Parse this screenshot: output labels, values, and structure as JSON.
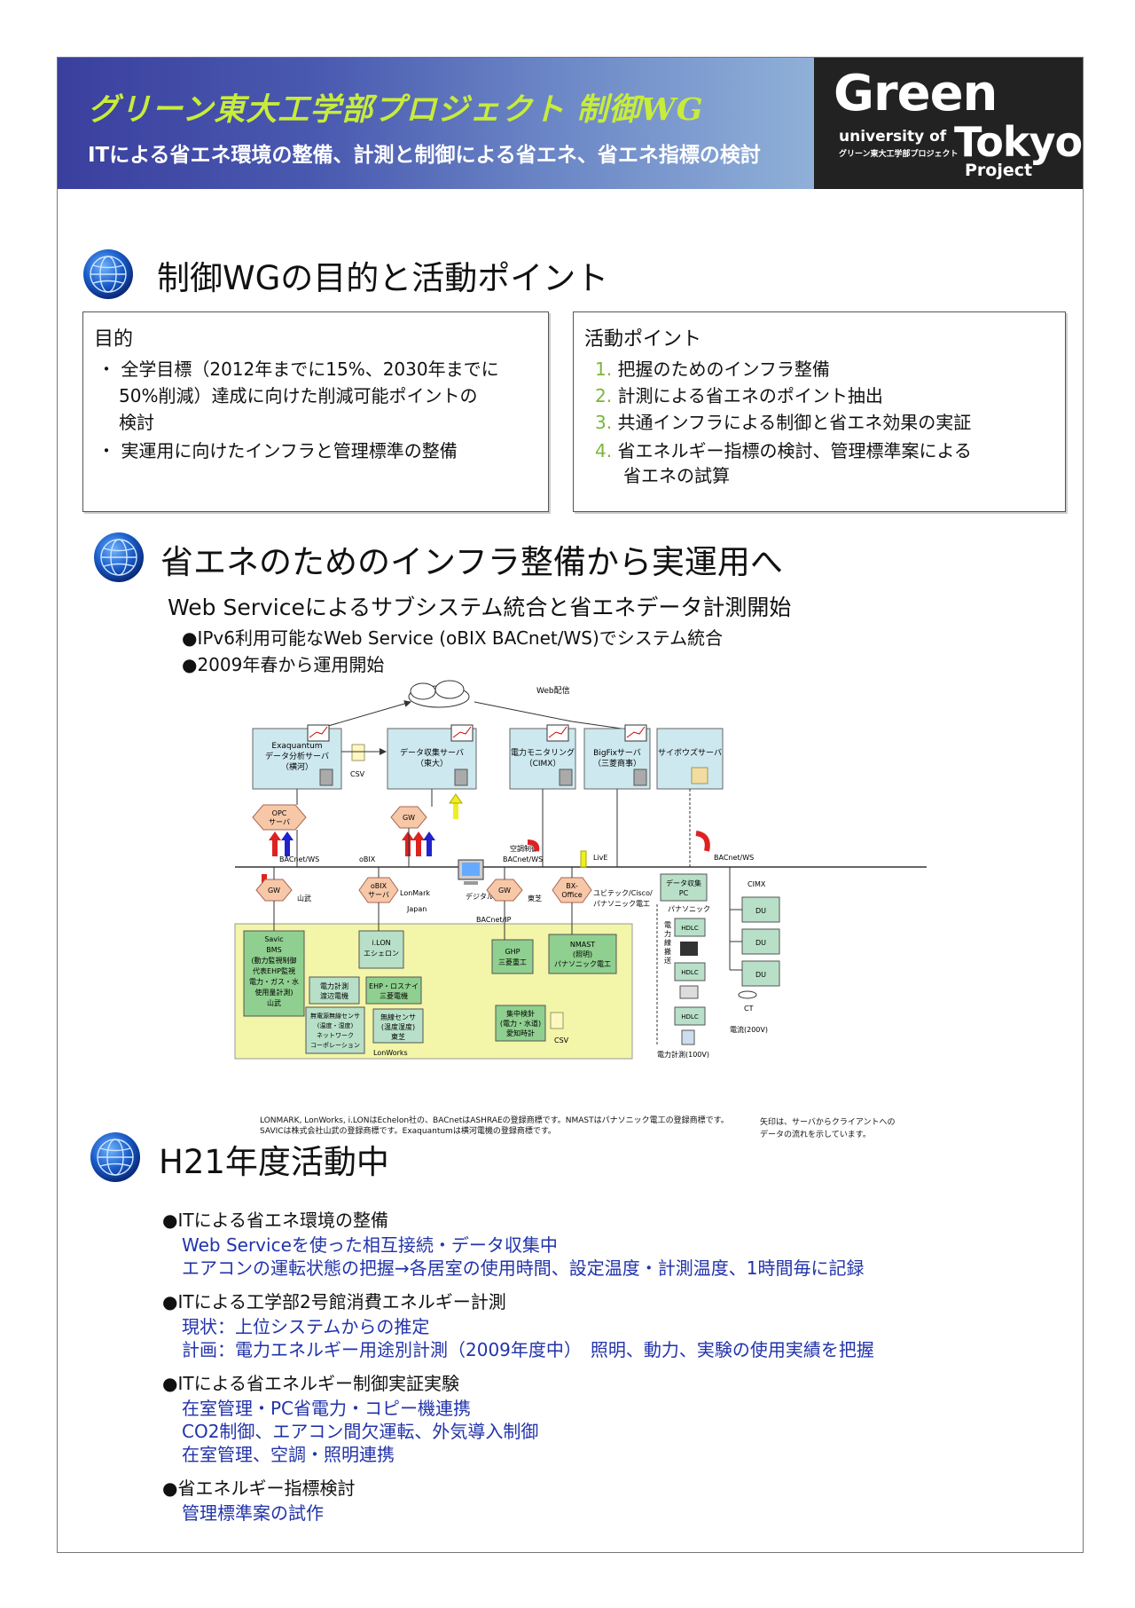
{
  "header": {
    "title": "グリーン東大工学部プロジェクト 制御WG",
    "subtitle": "ITによる省エネ環境の整備、計測と制御による省エネ、省エネ指標の検討",
    "logo": {
      "green": "Green",
      "university_of": "university of",
      "tokyo": "Tokyo",
      "project": "Project",
      "jp": "グリーン東大工学部プロジェクト"
    }
  },
  "section1": {
    "heading": "制御WGの目的と活動ポイント",
    "purpose": {
      "title": "目的",
      "lines": [
        "・ 全学目標（2012年までに15%、2030年までに",
        "50%削減）達成に向けた削減可能ポイントの",
        "検討",
        "・ 実運用に向けたインフラと管理標準の整備"
      ]
    },
    "activity": {
      "title": "活動ポイント",
      "items": [
        {
          "num": "1.",
          "text": "把握のためのインフラ整備"
        },
        {
          "num": "2.",
          "text": "計測による省エネのポイント抽出"
        },
        {
          "num": "3.",
          "text": "共通インフラによる制御と省エネ効果の実証"
        },
        {
          "num": "4.",
          "text": "省エネルギー指標の検討、管理標準案による"
        }
      ],
      "item4_cont": "省エネの試算"
    }
  },
  "section2": {
    "heading": "省エネのためのインフラ整備から実運用へ",
    "subtitle": "Web Serviceによるサブシステム統合と省エネデータ計測開始",
    "bullets": [
      "●IPv6利用可能なWeb Service (oBIX BACnet/WS)でシステム統合",
      "●2009年春から運用開始"
    ],
    "diagram": {
      "web": "Web配信",
      "server1": [
        "Exaquantum",
        "データ分析サーバ",
        "（横河）"
      ],
      "server2": [
        "データ収集サーバ",
        "（東大）"
      ],
      "server3": [
        "電力モニタリング",
        "（CIMX）"
      ],
      "server4": [
        "BigFixサーバ",
        "（三菱商事）"
      ],
      "server5": [
        "サイボウズサーバ"
      ],
      "csv": "CSV",
      "opc": [
        "OPC",
        "サーバ"
      ],
      "gw": "GW",
      "bacnet_ws": "BACnet/WS",
      "obix": "oBIX",
      "kucho": "空調制御",
      "livee": "LivE",
      "bacnet_ws2": "BACnet/WS",
      "cimx": "CIMX",
      "gw_yamatake": "山武",
      "obix_server": [
        "oBIX",
        "サーバ"
      ],
      "lonmark": "LonMark",
      "japan": "Japan",
      "digital": "デジタル",
      "toshiba": "東芝",
      "bx": [
        "BX-",
        "Office"
      ],
      "bx_vendor": [
        "ユビテック/Cisco/",
        "パナソニック電工"
      ],
      "bacnet_ip": "BACnet/IP",
      "pc": [
        "データ収集",
        "PC"
      ],
      "panasonic": "パナソニック",
      "savic": [
        "Savic",
        "BMS",
        "(動力監視制御",
        "代表EHP監視",
        "電力・ガス・水",
        "使用量計測)",
        "山武"
      ],
      "ilon": [
        "i.LON",
        "エシェロン"
      ],
      "ghp": [
        "GHP",
        "三菱重工"
      ],
      "nmast": [
        "NMAST",
        "(照明)",
        "パナソニック電工"
      ],
      "denryoku": [
        "電力計測",
        "渡辺電機"
      ],
      "ehp": [
        "EHP・ロスナイ",
        "三菱電機"
      ],
      "mudengen": [
        "無電源無線センサ",
        "(温度・湿度)",
        "ネットワーク",
        "コーポレーション"
      ],
      "musen": [
        "無線センサ",
        "(温度湿度)",
        "東芝"
      ],
      "shuchu": [
        "集中検針",
        "(電力・水道)",
        "愛知時計"
      ],
      "csv2": "CSV",
      "lonworks": "LonWorks",
      "du": "DU",
      "hdlc": "HDLC",
      "ct": "CT",
      "denryusen": [
        "電",
        "力",
        "線",
        "搬",
        "送"
      ],
      "current": "電流(200V)",
      "power100": "電力計測(100V)",
      "legal1": "LONMARK, LonWorks, i.LONはEchelon社の、BACnetはASHRAEの登録商標です。NMASTはパナソニック電工の登録商標です。",
      "legal2": "SAVICは株式会社山武の登録商標です。Exaquantumは横河電機の登録商標です。",
      "arrow_note": [
        "矢印は、サーバからクライアントへの",
        "データの流れを示しています。"
      ]
    }
  },
  "section3": {
    "heading": "H21年度活動中",
    "groups": [
      {
        "title": "●ITによる省エネ環境の整備",
        "lines": [
          "Web Serviceを使った相互接続・データ収集中",
          "エアコンの運転状態の把握→各居室の使用時間、設定温度・計測温度、1時間毎に記録"
        ]
      },
      {
        "title": "●ITによる工学部2号館消費エネルギー計測",
        "lines": [
          "現状：上位システムからの推定",
          "計画：電力エネルギー用途別計測（2009年度中）　照明、動力、実験の使用実績を把握"
        ]
      },
      {
        "title": "●ITによる省エネルギー制御実証実験",
        "lines": [
          "在室管理・PC省電力・コピー機連携",
          "CO2制御、エアコン間欠運転、外気導入制御",
          "在室管理、空調・照明連携"
        ]
      },
      {
        "title": "●省エネルギー指標検討",
        "lines": [
          "管理標準案の試作"
        ]
      }
    ]
  }
}
